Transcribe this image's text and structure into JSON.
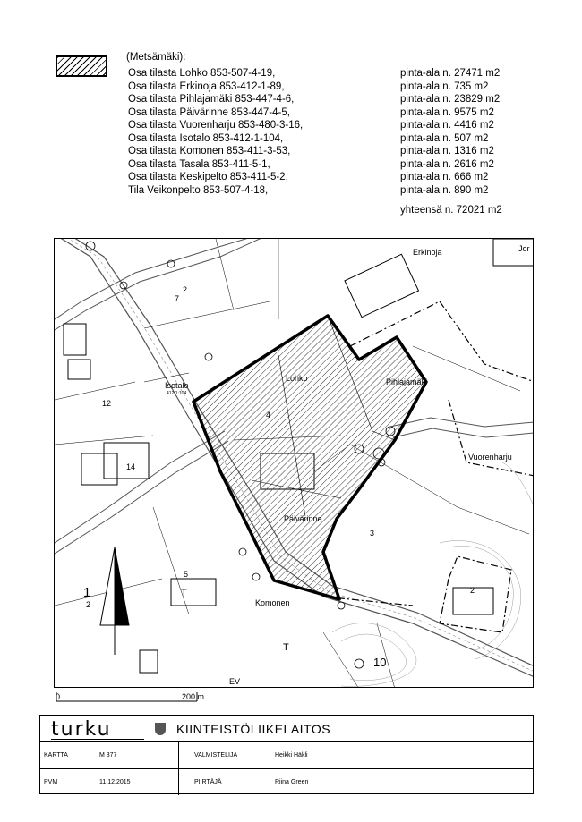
{
  "legend": {
    "heading": "(Metsämäki):",
    "parcels": [
      {
        "name": "Osa tilasta Lohko 853-507-4-19,",
        "area": "pinta-ala n. 27471 m2"
      },
      {
        "name": "Osa tilasta Erkinoja 853-412-1-89,",
        "area": "pinta-ala n. 735    m2"
      },
      {
        "name": "Osa tilasta Pihlajamäki 853-447-4-6,",
        "area": "pinta-ala n. 23829 m2"
      },
      {
        "name": "Osa tilasta Päivärinne 853-447-4-5,",
        "area": "pinta-ala n. 9575  m2"
      },
      {
        "name": "Osa tilasta Vuorenharju 853-480-3-16,",
        "area": "pinta-ala n. 4416  m2"
      },
      {
        "name": "Osa tilasta Isotalo 853-412-1-104,",
        "area": "pinta-ala n. 507    m2"
      },
      {
        "name": "Osa tilasta Komonen 853-411-3-53,",
        "area": "pinta-ala n. 1316  m2"
      },
      {
        "name": "Osa tilasta Tasala 853-411-5-1,",
        "area": "pinta-ala n. 2616  m2"
      },
      {
        "name": "Osa tilasta Keskipelto 853-411-5-2,",
        "area": "pinta-ala n. 666    m2"
      },
      {
        "name": "Tila Veikonpelto 853-507-4-18,",
        "area": "pinta-ala n. 890    m2"
      }
    ],
    "total": "yhteensä n. 72021 m2"
  },
  "map": {
    "labels": {
      "erkinoja": "Erkinoja",
      "isotalo": "Isotalo",
      "isotalo_id": "412:1:104",
      "lohko": "Lohko",
      "pihlajamaki": "Pihlajamäki",
      "vuorenharju": "Vuorenharju",
      "komonen": "Komonen",
      "paivarinne": "Päivärinne",
      "ev": "EV",
      "t1": "T",
      "t2": "T",
      "block1": "1",
      "block10": "10",
      "n2a": "2",
      "n2b": "2",
      "n2c": "2",
      "n3": "3",
      "n4": "4",
      "n5": "5",
      "n7": "7",
      "n12": "12",
      "n14": "14",
      "corner": "Jor"
    },
    "scale": {
      "left": "0",
      "right": "200 m"
    }
  },
  "titleblock": {
    "brand": "turku",
    "department": "KIINTEISTÖLIIKELAITOS",
    "kartta_label": "KARTTA",
    "kartta_value": "M 377",
    "valmistelija_label": "VALMISTELIJA",
    "valmistelija_value": "Heikki Häkli",
    "pvm_label": "PVM",
    "pvm_value": "11.12.2015",
    "piirtaja_label": "PIIRTÄJÄ",
    "piirtaja_value": "Riina Green"
  },
  "colors": {
    "ink": "#000000",
    "paper": "#ffffff",
    "road": "#555555",
    "hatch": "#333333"
  }
}
